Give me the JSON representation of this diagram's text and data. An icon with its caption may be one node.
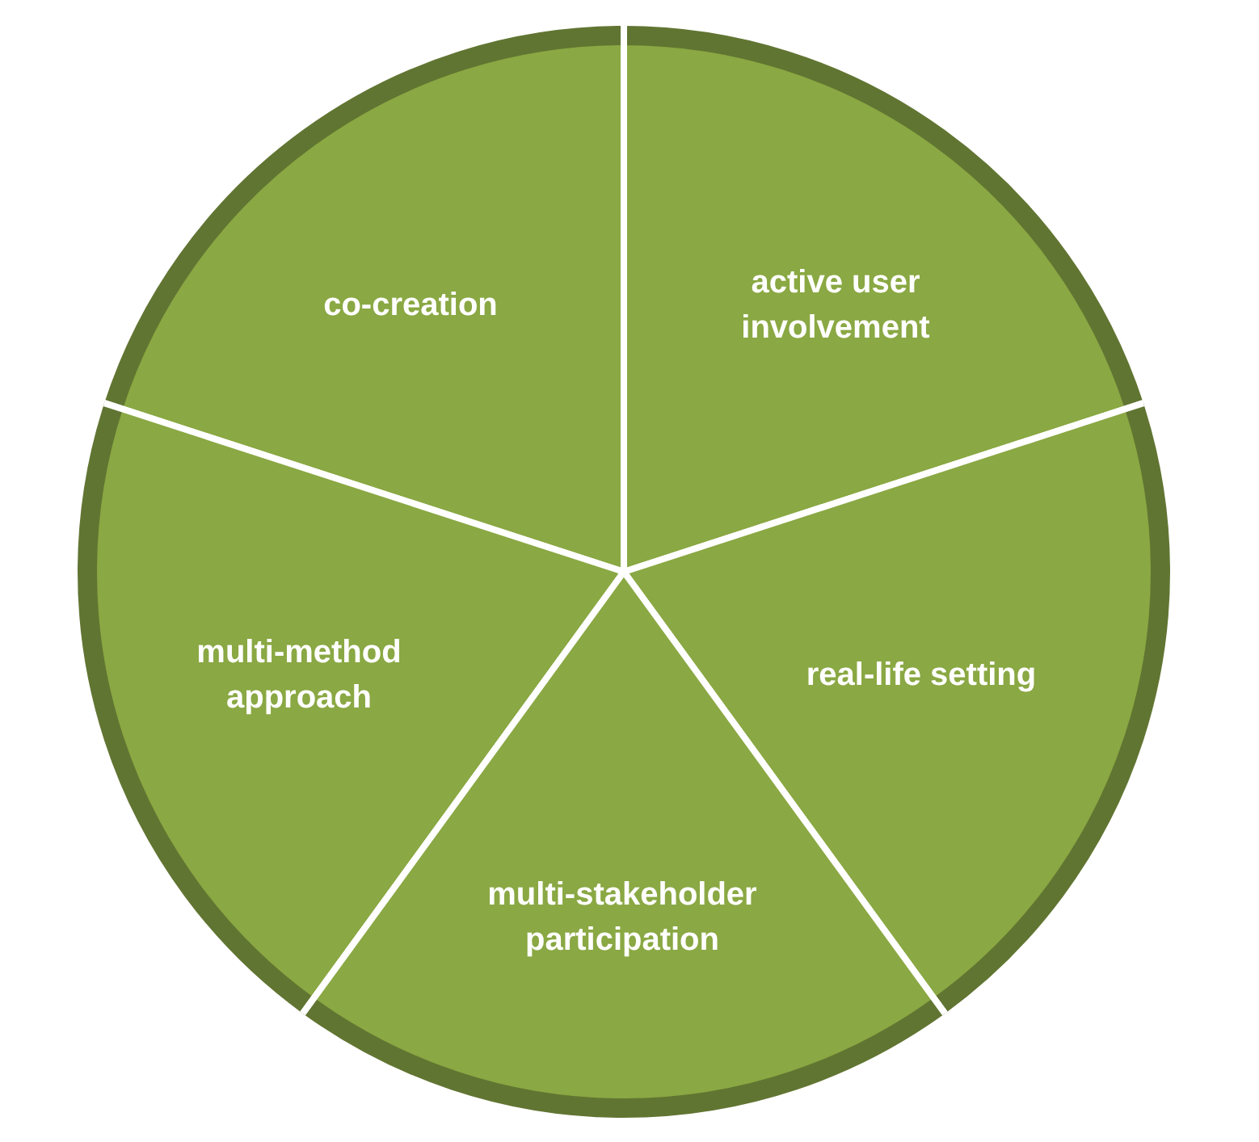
{
  "diagram": {
    "nodes": [
      {
        "text": [
          "co-creation"
        ]
      },
      {
        "text": [
          "active user involvement"
        ]
      },
      {
        "text": [
          "multi-method approach"
        ]
      },
      {
        "text": [
          "real-life setting"
        ]
      },
      {
        "text": [
          "multi-stakeholder participation"
        ]
      }
    ]
  }
}
